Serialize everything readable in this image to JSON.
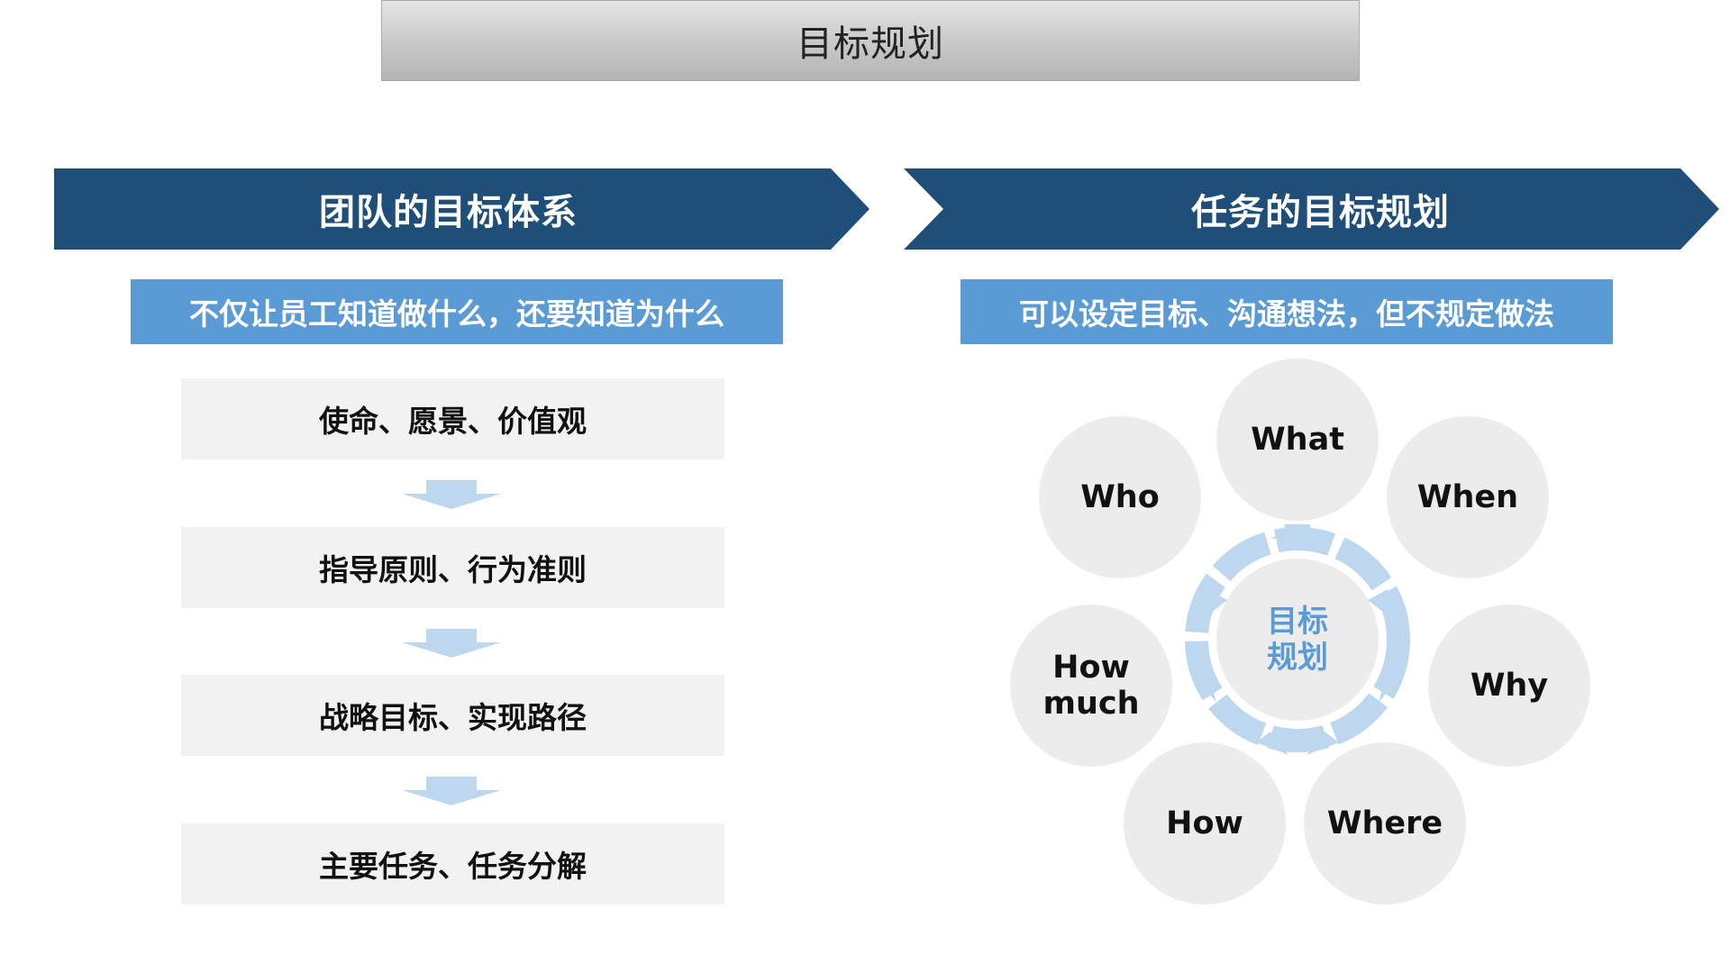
{
  "title": "目标规划",
  "left": {
    "banner": "团队的目标体系",
    "subtitle": "不仅让员工知道做什么，还要知道为什么",
    "steps": [
      "使命、愿景、价值观",
      "指导原则、行为准则",
      "战略目标、实现路径",
      "主要任务、任务分解"
    ]
  },
  "right": {
    "banner": "任务的目标规划",
    "subtitle": "可以设定目标、沟通想法，但不规定做法",
    "center": "目标规划",
    "circles": {
      "what": "What",
      "who": "Who",
      "when": "When",
      "how_much": "How much",
      "why": "Why",
      "how": "How",
      "where": "Where"
    }
  },
  "colors": {
    "banner": "#1f4e79",
    "subbar": "#5b9bd5",
    "box": "#f2f2f2",
    "circle": "#ececec",
    "arrow": "#bdd7ee"
  }
}
